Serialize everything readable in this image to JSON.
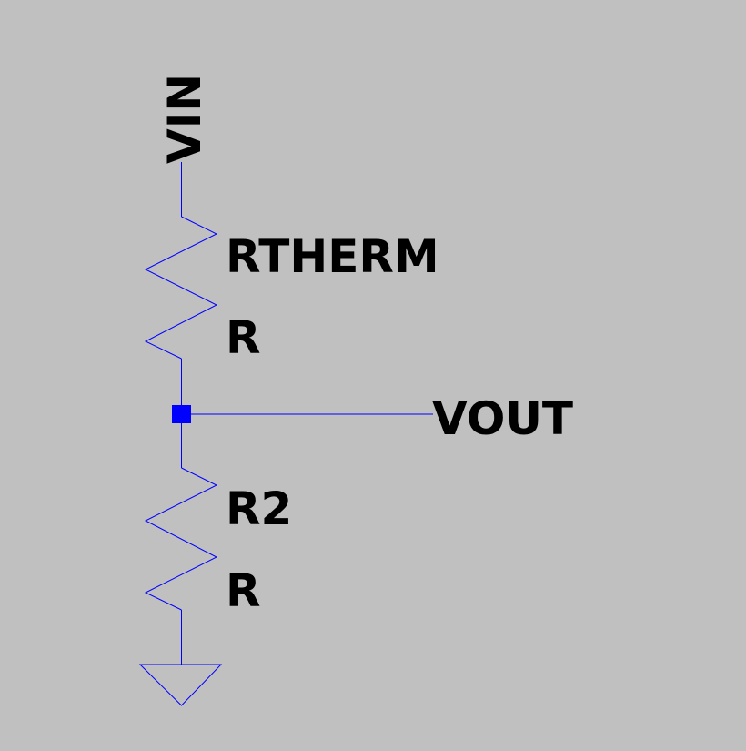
{
  "schematic": {
    "wire_color": "#0000ff",
    "background": "#c0c0c0",
    "nets": {
      "input": "VIN",
      "output": "VOUT"
    },
    "components": [
      {
        "name": "RTHERM",
        "value": "R"
      },
      {
        "name": "R2",
        "value": "R"
      }
    ],
    "ground_icon": "ground-triangle-icon"
  }
}
